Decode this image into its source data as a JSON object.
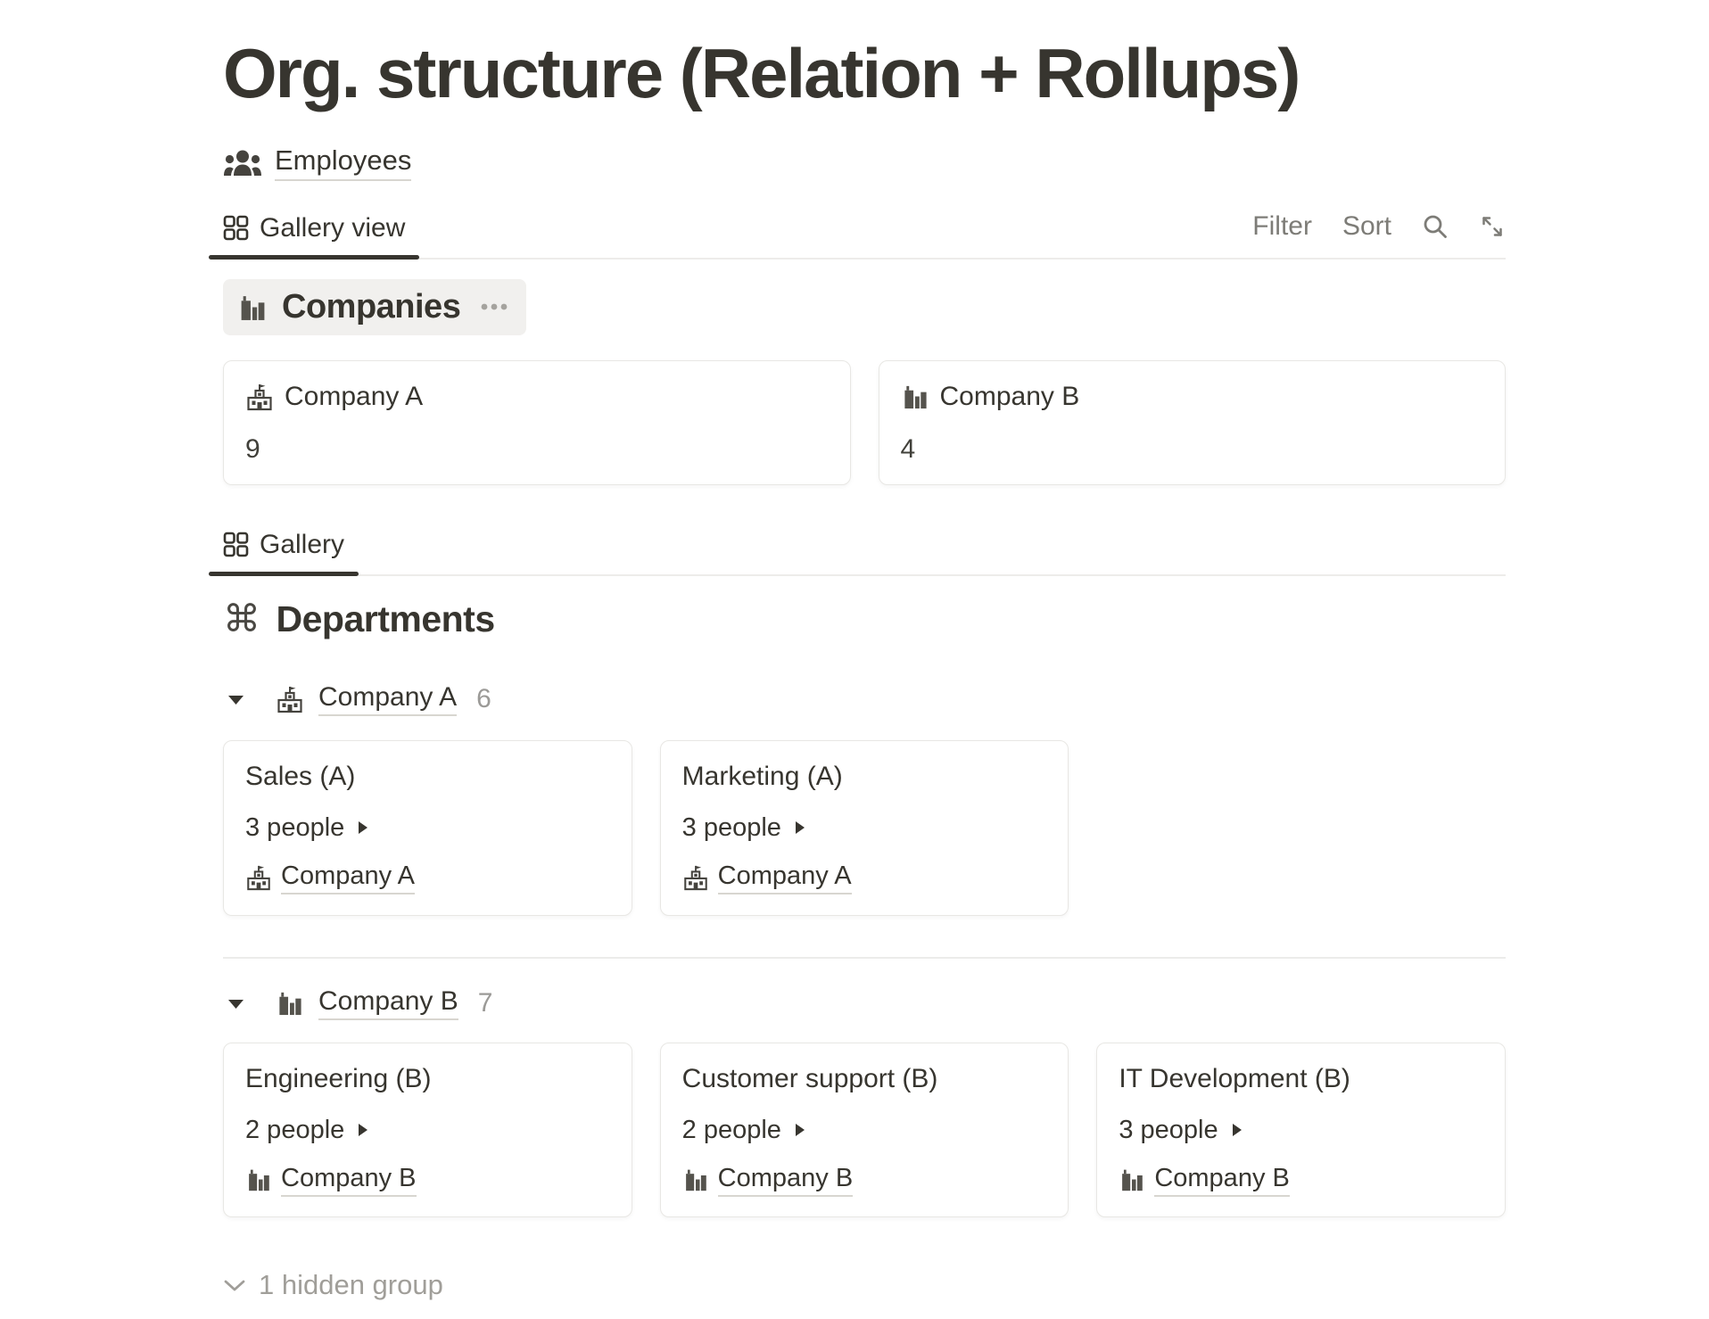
{
  "page": {
    "title": "Org. structure (Relation + Rollups)"
  },
  "source_link": {
    "label": "Employees",
    "icon": "people-icon"
  },
  "toolbar": {
    "active_tab": "Gallery view",
    "tab_icon": "gallery-grid-icon",
    "filter_label": "Filter",
    "sort_label": "Sort",
    "icons": [
      "search-icon",
      "expand-icon"
    ]
  },
  "companies": {
    "title": "Companies",
    "icon": "buildings-icon",
    "menu_icon": "more-options-icon",
    "cards": [
      {
        "name": "Company A",
        "count": "9",
        "icon": "school-icon"
      },
      {
        "name": "Company B",
        "count": "4",
        "icon": "buildings-icon"
      }
    ]
  },
  "departments": {
    "tab_label": "Gallery",
    "tab_icon": "gallery-grid-icon",
    "title": "Departments",
    "icon": "command-icon",
    "command_glyph": "⌘",
    "groups": [
      {
        "name": "Company A",
        "count": "6",
        "icon": "school-icon",
        "toggle_icon": "triangle-down-icon",
        "cards": [
          {
            "title": "Sales (A)",
            "people": "3 people",
            "people_icon": "triangle-right-icon",
            "company": "Company A",
            "company_icon": "school-icon"
          },
          {
            "title": "Marketing (A)",
            "people": "3 people",
            "people_icon": "triangle-right-icon",
            "company": "Company A",
            "company_icon": "school-icon"
          }
        ]
      },
      {
        "name": "Company B",
        "count": "7",
        "icon": "buildings-icon",
        "toggle_icon": "triangle-down-icon",
        "cards": [
          {
            "title": "Engineering (B)",
            "people": "2 people",
            "people_icon": "triangle-right-icon",
            "company": "Company B",
            "company_icon": "buildings-icon"
          },
          {
            "title": "Customer support (B)",
            "people": "2 people",
            "people_icon": "triangle-right-icon",
            "company": "Company B",
            "company_icon": "buildings-icon"
          },
          {
            "title": "IT Development (B)",
            "people": "3 people",
            "people_icon": "triangle-right-icon",
            "company": "Company B",
            "company_icon": "buildings-icon"
          }
        ]
      }
    ],
    "hidden_group": {
      "label": "1 hidden group",
      "icon": "chevron-down-icon"
    }
  },
  "colors": {
    "text": "#37352f",
    "muted": "#7d7c77",
    "count_gray": "#9b9a97",
    "hidden_gray": "#a09e99",
    "header_bg": "#f1f0ee",
    "card_border": "#e8e7e4",
    "active_tab_underline": "#37352f",
    "link_underline": "#d8d6d0"
  }
}
